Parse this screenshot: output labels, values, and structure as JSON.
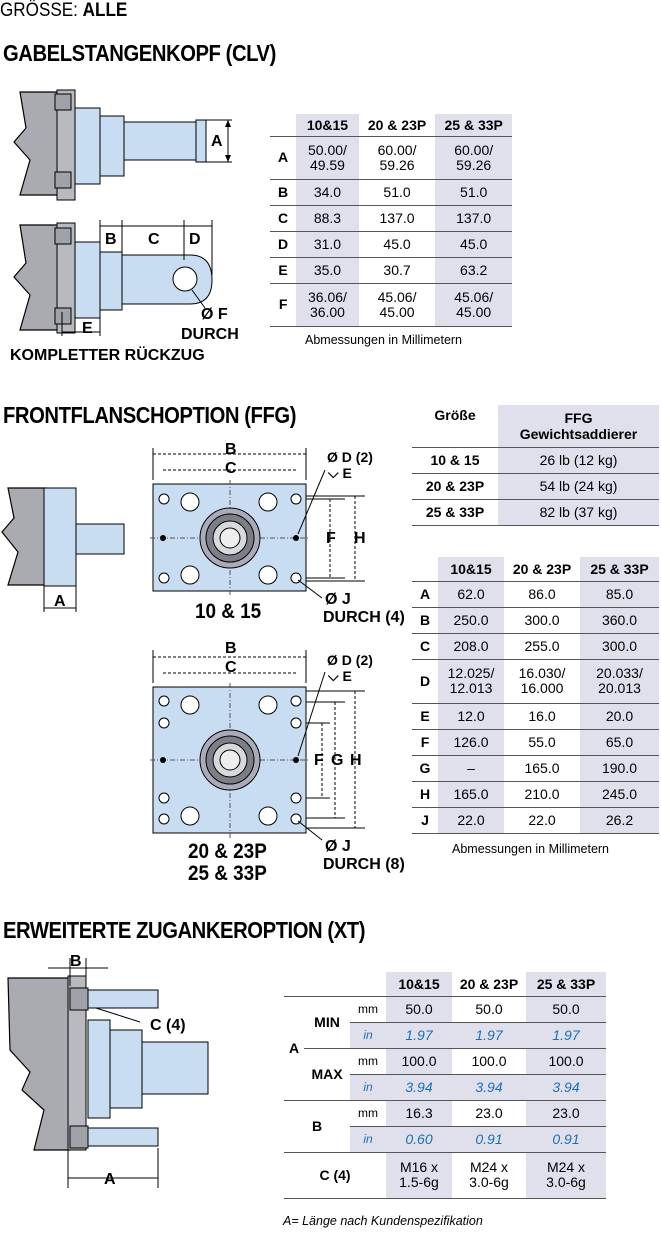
{
  "header": {
    "label": "GRÖSSE:",
    "value": "ALLE"
  },
  "clv": {
    "title": "GABELSTANGENKOPF (CLV)",
    "labels": {
      "a": "A",
      "b": "B",
      "c": "C",
      "d": "D",
      "e": "E",
      "f": "Ø F",
      "durch": "DURCH",
      "rueckzug": "KOMPLETTER RÜCKZUG"
    },
    "table": {
      "columns": [
        "10&15",
        "20 & 23P",
        "25 & 33P"
      ],
      "rows": [
        {
          "label": "A",
          "values": [
            [
              "50.00/",
              "49.59"
            ],
            [
              "60.00/",
              "59.26"
            ],
            [
              "60.00/",
              "59.26"
            ]
          ]
        },
        {
          "label": "B",
          "values": [
            [
              "34.0"
            ],
            [
              "51.0"
            ],
            [
              "51.0"
            ]
          ]
        },
        {
          "label": "C",
          "values": [
            [
              "88.3"
            ],
            [
              "137.0"
            ],
            [
              "137.0"
            ]
          ]
        },
        {
          "label": "D",
          "values": [
            [
              "31.0"
            ],
            [
              "45.0"
            ],
            [
              "45.0"
            ]
          ]
        },
        {
          "label": "E",
          "values": [
            [
              "35.0"
            ],
            [
              "30.7"
            ],
            [
              "63.2"
            ]
          ]
        },
        {
          "label": "F",
          "values": [
            [
              "36.06/",
              "36.00"
            ],
            [
              "45.06/",
              "45.00"
            ],
            [
              "45.06/",
              "45.00"
            ]
          ]
        }
      ],
      "note": "Abmessungen in Millimetern"
    }
  },
  "ffg": {
    "title": "FRONTFLANSCHOPTION (FFG)",
    "weight_table": {
      "col1": "Größe",
      "col2_line1": "FFG",
      "col2_line2": "Gewichtsaddierer",
      "rows": [
        {
          "size": "10 & 15",
          "weight": "26 lb (12 kg)"
        },
        {
          "size": "20 & 23P",
          "weight": "54 lb (24 kg)"
        },
        {
          "size": "25 & 33P",
          "weight": "82 lb (37 kg)"
        }
      ]
    },
    "labels": {
      "a": "A",
      "b": "B",
      "c": "C",
      "f": "F",
      "g": "G",
      "h": "H",
      "d": "Ø D (2)",
      "e": "E",
      "depth_sym": "⌵",
      "j": "Ø J",
      "durch4": "DURCH (4)",
      "durch8": "DURCH (8)",
      "size1": "10 & 15",
      "size2a": "20 & 23P",
      "size2b": "25 & 33P"
    },
    "table": {
      "columns": [
        "10&15",
        "20 & 23P",
        "25 & 33P"
      ],
      "rows": [
        {
          "label": "A",
          "values": [
            [
              "62.0"
            ],
            [
              "86.0"
            ],
            [
              "85.0"
            ]
          ]
        },
        {
          "label": "B",
          "values": [
            [
              "250.0"
            ],
            [
              "300.0"
            ],
            [
              "360.0"
            ]
          ]
        },
        {
          "label": "C",
          "values": [
            [
              "208.0"
            ],
            [
              "255.0"
            ],
            [
              "300.0"
            ]
          ]
        },
        {
          "label": "D",
          "values": [
            [
              "12.025/",
              "12.013"
            ],
            [
              "16.030/",
              "16.000"
            ],
            [
              "20.033/",
              "20.013"
            ]
          ]
        },
        {
          "label": "E",
          "values": [
            [
              "12.0"
            ],
            [
              "16.0"
            ],
            [
              "20.0"
            ]
          ]
        },
        {
          "label": "F",
          "values": [
            [
              "126.0"
            ],
            [
              "55.0"
            ],
            [
              "65.0"
            ]
          ]
        },
        {
          "label": "G",
          "values": [
            [
              "–"
            ],
            [
              "165.0"
            ],
            [
              "190.0"
            ]
          ]
        },
        {
          "label": "H",
          "values": [
            [
              "165.0"
            ],
            [
              "210.0"
            ],
            [
              "245.0"
            ]
          ]
        },
        {
          "label": "J",
          "values": [
            [
              "22.0"
            ],
            [
              "22.0"
            ],
            [
              "26.2"
            ]
          ]
        }
      ],
      "note": "Abmessungen in Millimetern"
    }
  },
  "xt": {
    "title": "ERWEITERTE ZUGANKEROPTION (XT)",
    "labels": {
      "a": "A",
      "b": "B",
      "c4": "C (4)"
    },
    "table": {
      "columns": [
        "10&15",
        "20 & 23P",
        "25 & 33P"
      ],
      "group_a": "A",
      "rows": [
        {
          "group": "MIN",
          "unit": "mm",
          "values": [
            "50.0",
            "50.0",
            "50.0"
          ]
        },
        {
          "group": "",
          "unit": "in",
          "values": [
            "1.97",
            "1.97",
            "1.97"
          ]
        },
        {
          "group": "MAX",
          "unit": "mm",
          "values": [
            "100.0",
            "100.0",
            "100.0"
          ]
        },
        {
          "group": "",
          "unit": "in",
          "values": [
            "3.94",
            "3.94",
            "3.94"
          ]
        },
        {
          "group": "B",
          "unit": "mm",
          "values": [
            "16.3",
            "23.0",
            "23.0"
          ]
        },
        {
          "group": "",
          "unit": "in",
          "values": [
            "0.60",
            "0.91",
            "0.91"
          ]
        }
      ],
      "c_row": {
        "label": "C (4)",
        "values": [
          [
            "M16 x",
            "1.5-6g"
          ],
          [
            "M24 x",
            "3.0-6g"
          ],
          [
            "M24 x",
            "3.0-6g"
          ]
        ]
      },
      "note": "A= Länge nach Kundenspezifikation"
    }
  }
}
